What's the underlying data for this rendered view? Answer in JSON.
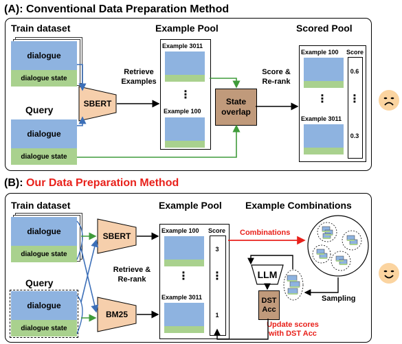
{
  "panel_a": {
    "title": "(A): Conventional Data Preparation Method",
    "train_dataset": "Train dataset",
    "dialogue": "dialogue",
    "dialogue_state": "dialogue state",
    "query": "Query",
    "sbert": "SBERT",
    "retrieve_examples": "Retrieve\nExamples",
    "example_pool": "Example Pool",
    "example_top": "Example 3011",
    "example_bottom": "Example 100",
    "dots": "⋮",
    "state_overlap": "State\noverlap",
    "score_rerank": "Score &\nRe-rank",
    "scored_pool": "Scored Pool",
    "scored_example_top": "Example 100",
    "score_header": "Score",
    "score_top": "0.6",
    "scored_example_bottom": "Example 3011",
    "score_bottom": "0.3",
    "face_icon": "sad-face-icon"
  },
  "panel_b": {
    "title_prefix": "(B): ",
    "title_main": "Our Data Preparation Method",
    "train_dataset": "Train dataset",
    "dialogue": "dialogue",
    "dialogue_state": "dialogue state",
    "query": "Query",
    "sbert": "SBERT",
    "bm25": "BM25",
    "retrieve_rerank": "Retrieve &\nRe-rank",
    "example_pool": "Example Pool",
    "example_top": "Example 100",
    "score_header": "Score",
    "score_top": "3",
    "example_bottom": "Example 3011",
    "score_bottom": "1",
    "dots": "⋮",
    "example_combinations": "Example Combinations",
    "combinations": "Combinations",
    "llm": "LLM",
    "dst_acc": "DST\nAcc",
    "sampling": "Sampling",
    "update_scores": "Update scores\nwith DST Acc",
    "face_icon": "happy-face-icon"
  },
  "colors": {
    "accent_red": "#e8211b",
    "blue_arrow": "#3c6fb8",
    "green_arrow": "#3f9b3a",
    "dialogue_fill": "#8eb3e0",
    "state_fill": "#a9d18e",
    "model_fill": "#f6cfac",
    "overlap_fill": "#c09a7b"
  }
}
